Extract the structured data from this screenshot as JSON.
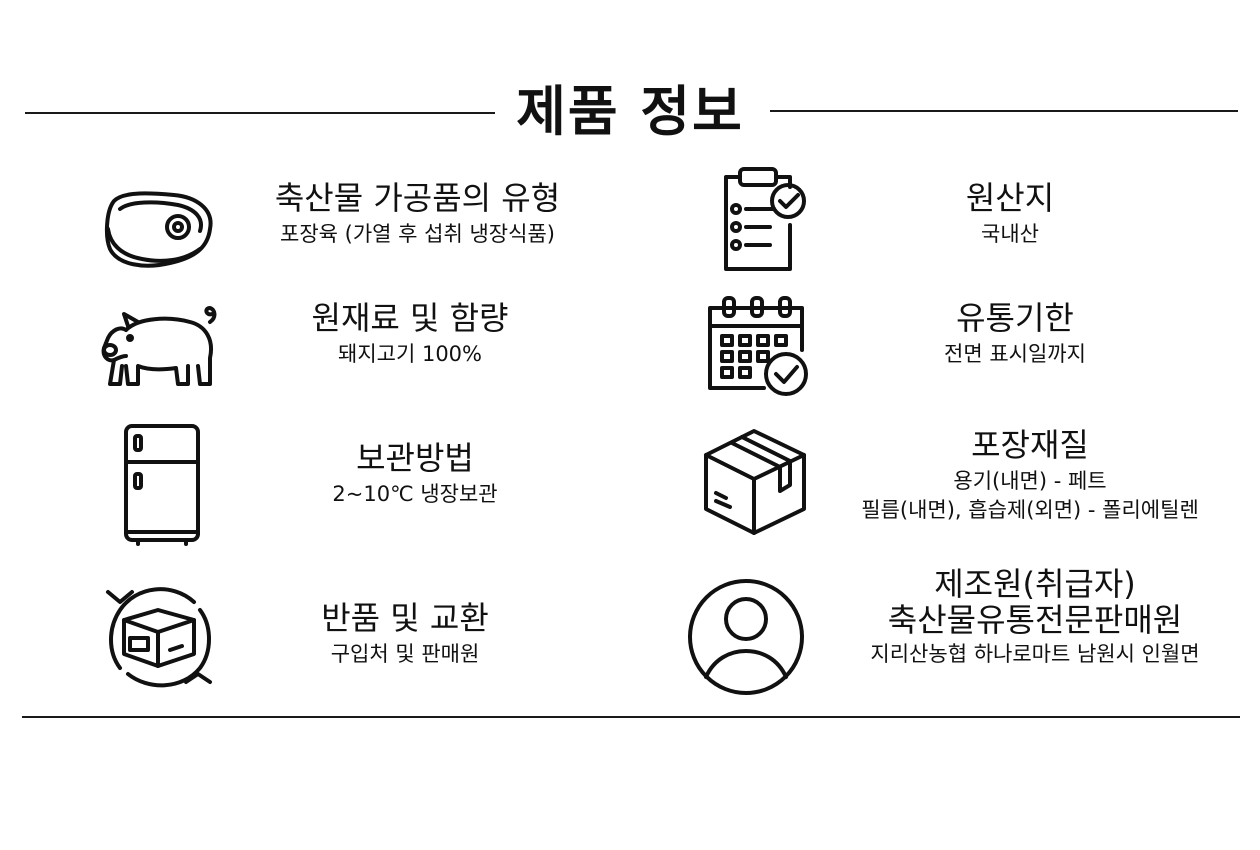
{
  "title": "제품 정보",
  "items": [
    {
      "icon": "steak-icon",
      "heading": "축산물 가공품의 유형",
      "desc": [
        "포장육 (가열 후 섭취 냉장식품)"
      ]
    },
    {
      "icon": "clipboard-checklist-icon",
      "heading": "원산지",
      "desc": [
        "국내산"
      ]
    },
    {
      "icon": "pig-icon",
      "heading": "원재료 및 함량",
      "desc": [
        "돼지고기 100%"
      ]
    },
    {
      "icon": "calendar-check-icon",
      "heading": "유통기한",
      "desc": [
        "전면 표시일까지"
      ]
    },
    {
      "icon": "refrigerator-icon",
      "heading": "보관방법",
      "desc": [
        "2~10℃ 냉장보관"
      ]
    },
    {
      "icon": "package-box-icon",
      "heading": "포장재질",
      "desc": [
        "용기(내면) - 페트",
        "필름(내면), 흡습제(외면) - 폴리에틸렌"
      ]
    },
    {
      "icon": "return-exchange-icon",
      "heading": "반품 및 교환",
      "desc": [
        "구입처 및 판매원"
      ]
    },
    {
      "icon": "user-profile-icon",
      "heading": [
        "제조원(취급자)",
        "축산물유통전문판매원"
      ],
      "desc": [
        "지리산농협 하나로마트 남원시 인월면"
      ]
    }
  ]
}
